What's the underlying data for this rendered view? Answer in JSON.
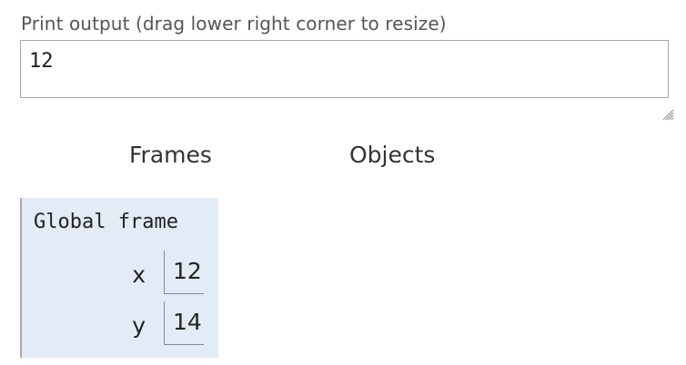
{
  "print_output": {
    "label": "Print output (drag lower right corner to resize)",
    "value": "12"
  },
  "visualization": {
    "frames_header": "Frames",
    "objects_header": "Objects",
    "global_frame": {
      "title": "Global frame",
      "variables": [
        {
          "name": "x",
          "value": "12"
        },
        {
          "name": "y",
          "value": "14"
        }
      ]
    }
  },
  "icons": {
    "resize_grip": "resize-grip-icon"
  },
  "colors": {
    "frame_background": "#e2ebf6",
    "frame_border": "#aaaaaa",
    "label_text": "#555555"
  }
}
